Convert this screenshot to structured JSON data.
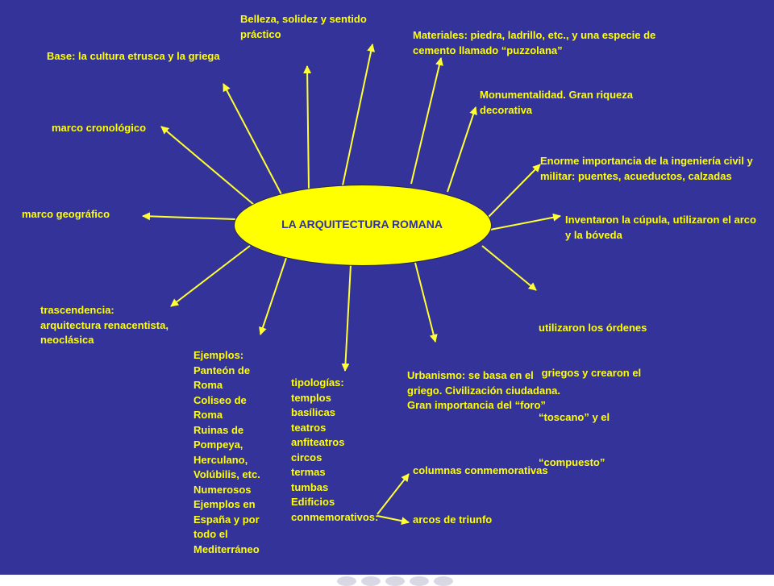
{
  "center": {
    "title": "LA ARQUITECTURA ROMANA"
  },
  "nodes": {
    "belleza": [
      "Belleza, solidez y sentido",
      "práctico"
    ],
    "materiales": [
      "Materiales: piedra, ladrillo, etc., y una especie de",
      "cemento llamado “puzzolana”"
    ],
    "base": [
      "Base: la cultura etrusca y la griega"
    ],
    "monumentalidad": [
      "Monumentalidad. Gran riqueza",
      "decorativa"
    ],
    "marco_cronologico": [
      "marco cronológico"
    ],
    "ingenieria": [
      "Enorme importancia de la ingeniería civil y",
      "militar: puentes, acueductos, calzadas"
    ],
    "marco_geografico": [
      "marco geográfico"
    ],
    "cupula": [
      "Inventaron la cúpula, utilizaron el arco",
      "y la bóveda"
    ],
    "ordenes": [
      "utilizaron los órdenes",
      " griegos y crearon el",
      "“toscano” y el",
      "“compuesto”"
    ],
    "trascendencia": [
      "trascendencia:",
      "arquitectura renacentista,",
      "neoclásica"
    ],
    "ejemplos": [
      "Ejemplos:",
      "Panteón de",
      "Roma",
      "Coliseo de",
      "Roma",
      "Ruinas de",
      "Pompeya,",
      "Herculano,",
      "Volúbilis, etc.",
      "Numerosos",
      "Ejemplos en",
      "España y por",
      "todo el",
      "Mediterráneo"
    ],
    "tipologias": [
      "tipologías:",
      "templos",
      "basílicas",
      "teatros",
      "anfiteatros",
      "circos",
      "termas",
      "tumbas",
      "Edificios",
      "conmemorativos:"
    ],
    "urbanismo": [
      "Urbanismo: se basa en el",
      "griego. Civilización ciudadana.",
      "Gran importancia del “foro”"
    ],
    "columnas": [
      "columnas conmemorativas"
    ],
    "arcos": [
      "arcos de triunfo"
    ]
  },
  "colors": {
    "background": "#333399",
    "text": "#ffff00",
    "ellipse": "#ffff00",
    "arrow": "#ffff33",
    "title": "#333399"
  }
}
